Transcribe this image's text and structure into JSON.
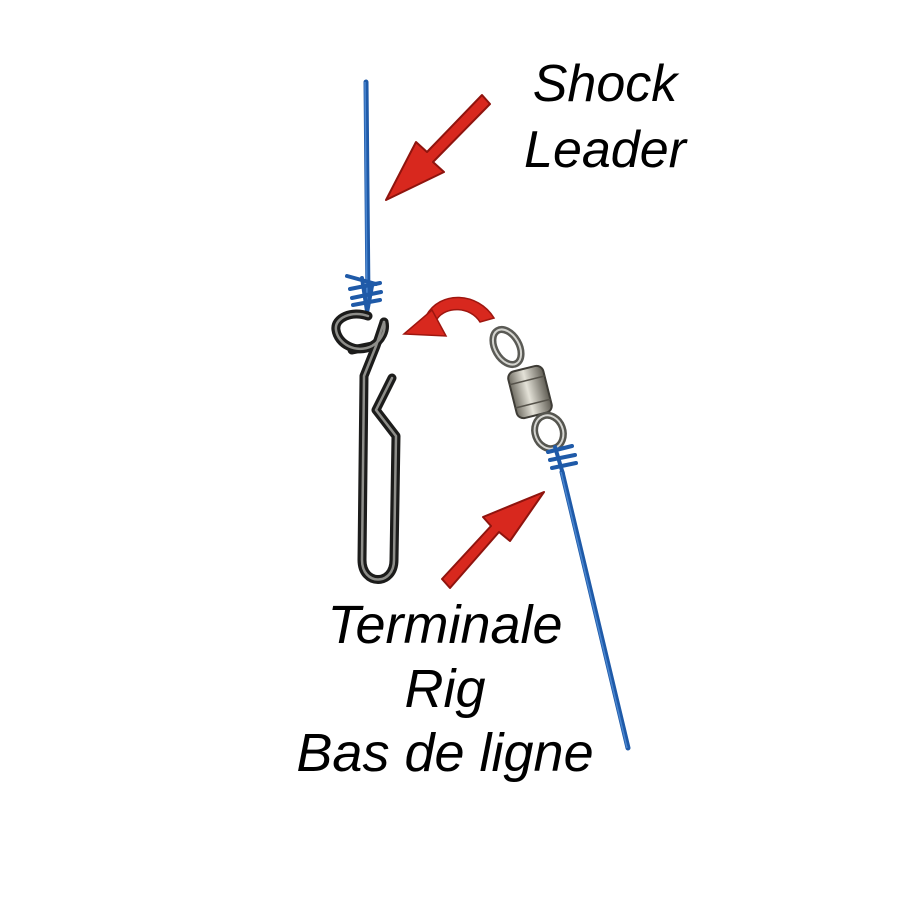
{
  "labels": {
    "shock_leader": [
      "Shock",
      "Leader"
    ],
    "terminal_rig": [
      "Terminale",
      "Rig",
      "Bas de ligne"
    ]
  },
  "colors": {
    "line": "#2563b5",
    "arrow": "#e0241b",
    "metal_dark": "#2b2b2b",
    "metal_light": "#9a9a96",
    "background": "#ffffff"
  },
  "icons": {
    "snap": "clip-snap-icon",
    "swivel": "rolling-swivel-icon",
    "arrow": "red-arrow-icon",
    "curved_arrow": "curved-attach-arrow-icon"
  }
}
